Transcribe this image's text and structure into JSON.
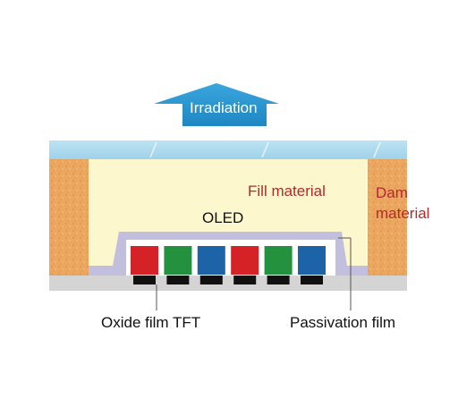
{
  "labels": {
    "irradiation": "Irradiation",
    "fill_material": "Fill material",
    "dam_material_line1": "Dam",
    "dam_material_line2": "material",
    "oled": "OLED",
    "oxide_film_tft": "Oxide film TFT",
    "passivation_film": "Passivation film"
  },
  "colors": {
    "arrow": "#2a96cf",
    "glass": "#a9d8ee",
    "fill": "#fcf7cd",
    "dam": "#eba760",
    "substrate": "#d4d4d4",
    "passivation": "#c2bedd",
    "pixel_red": "#d42226",
    "pixel_green": "#24913f",
    "pixel_blue": "#1c63a8",
    "tft": "#111111",
    "label_red": "#b32a2a",
    "label_dark": "#111111"
  },
  "pixels": [
    "red",
    "green",
    "blue",
    "red",
    "green",
    "blue"
  ]
}
